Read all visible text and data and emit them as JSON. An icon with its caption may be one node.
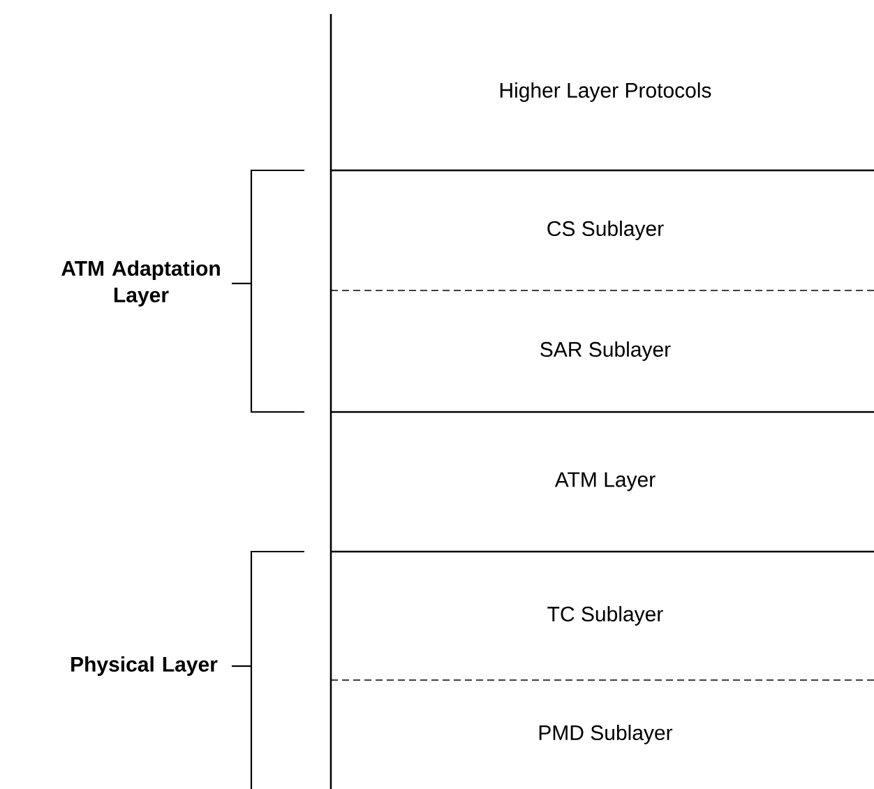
{
  "diagram": {
    "nodes": [
      {
        "text": [
          "Higher Layer Protocols"
        ]
      },
      {
        "text": [
          "CS Sublayer"
        ]
      },
      {
        "text": [
          "SAR Sublayer"
        ]
      },
      {
        "text": [
          "ATM Layer"
        ]
      },
      {
        "text": [
          "TC Sublayer"
        ]
      },
      {
        "text": [
          "PMD Sublayer"
        ]
      }
    ],
    "labels": [
      "ATM Adaptation Layer",
      "Physical Layer"
    ]
  }
}
